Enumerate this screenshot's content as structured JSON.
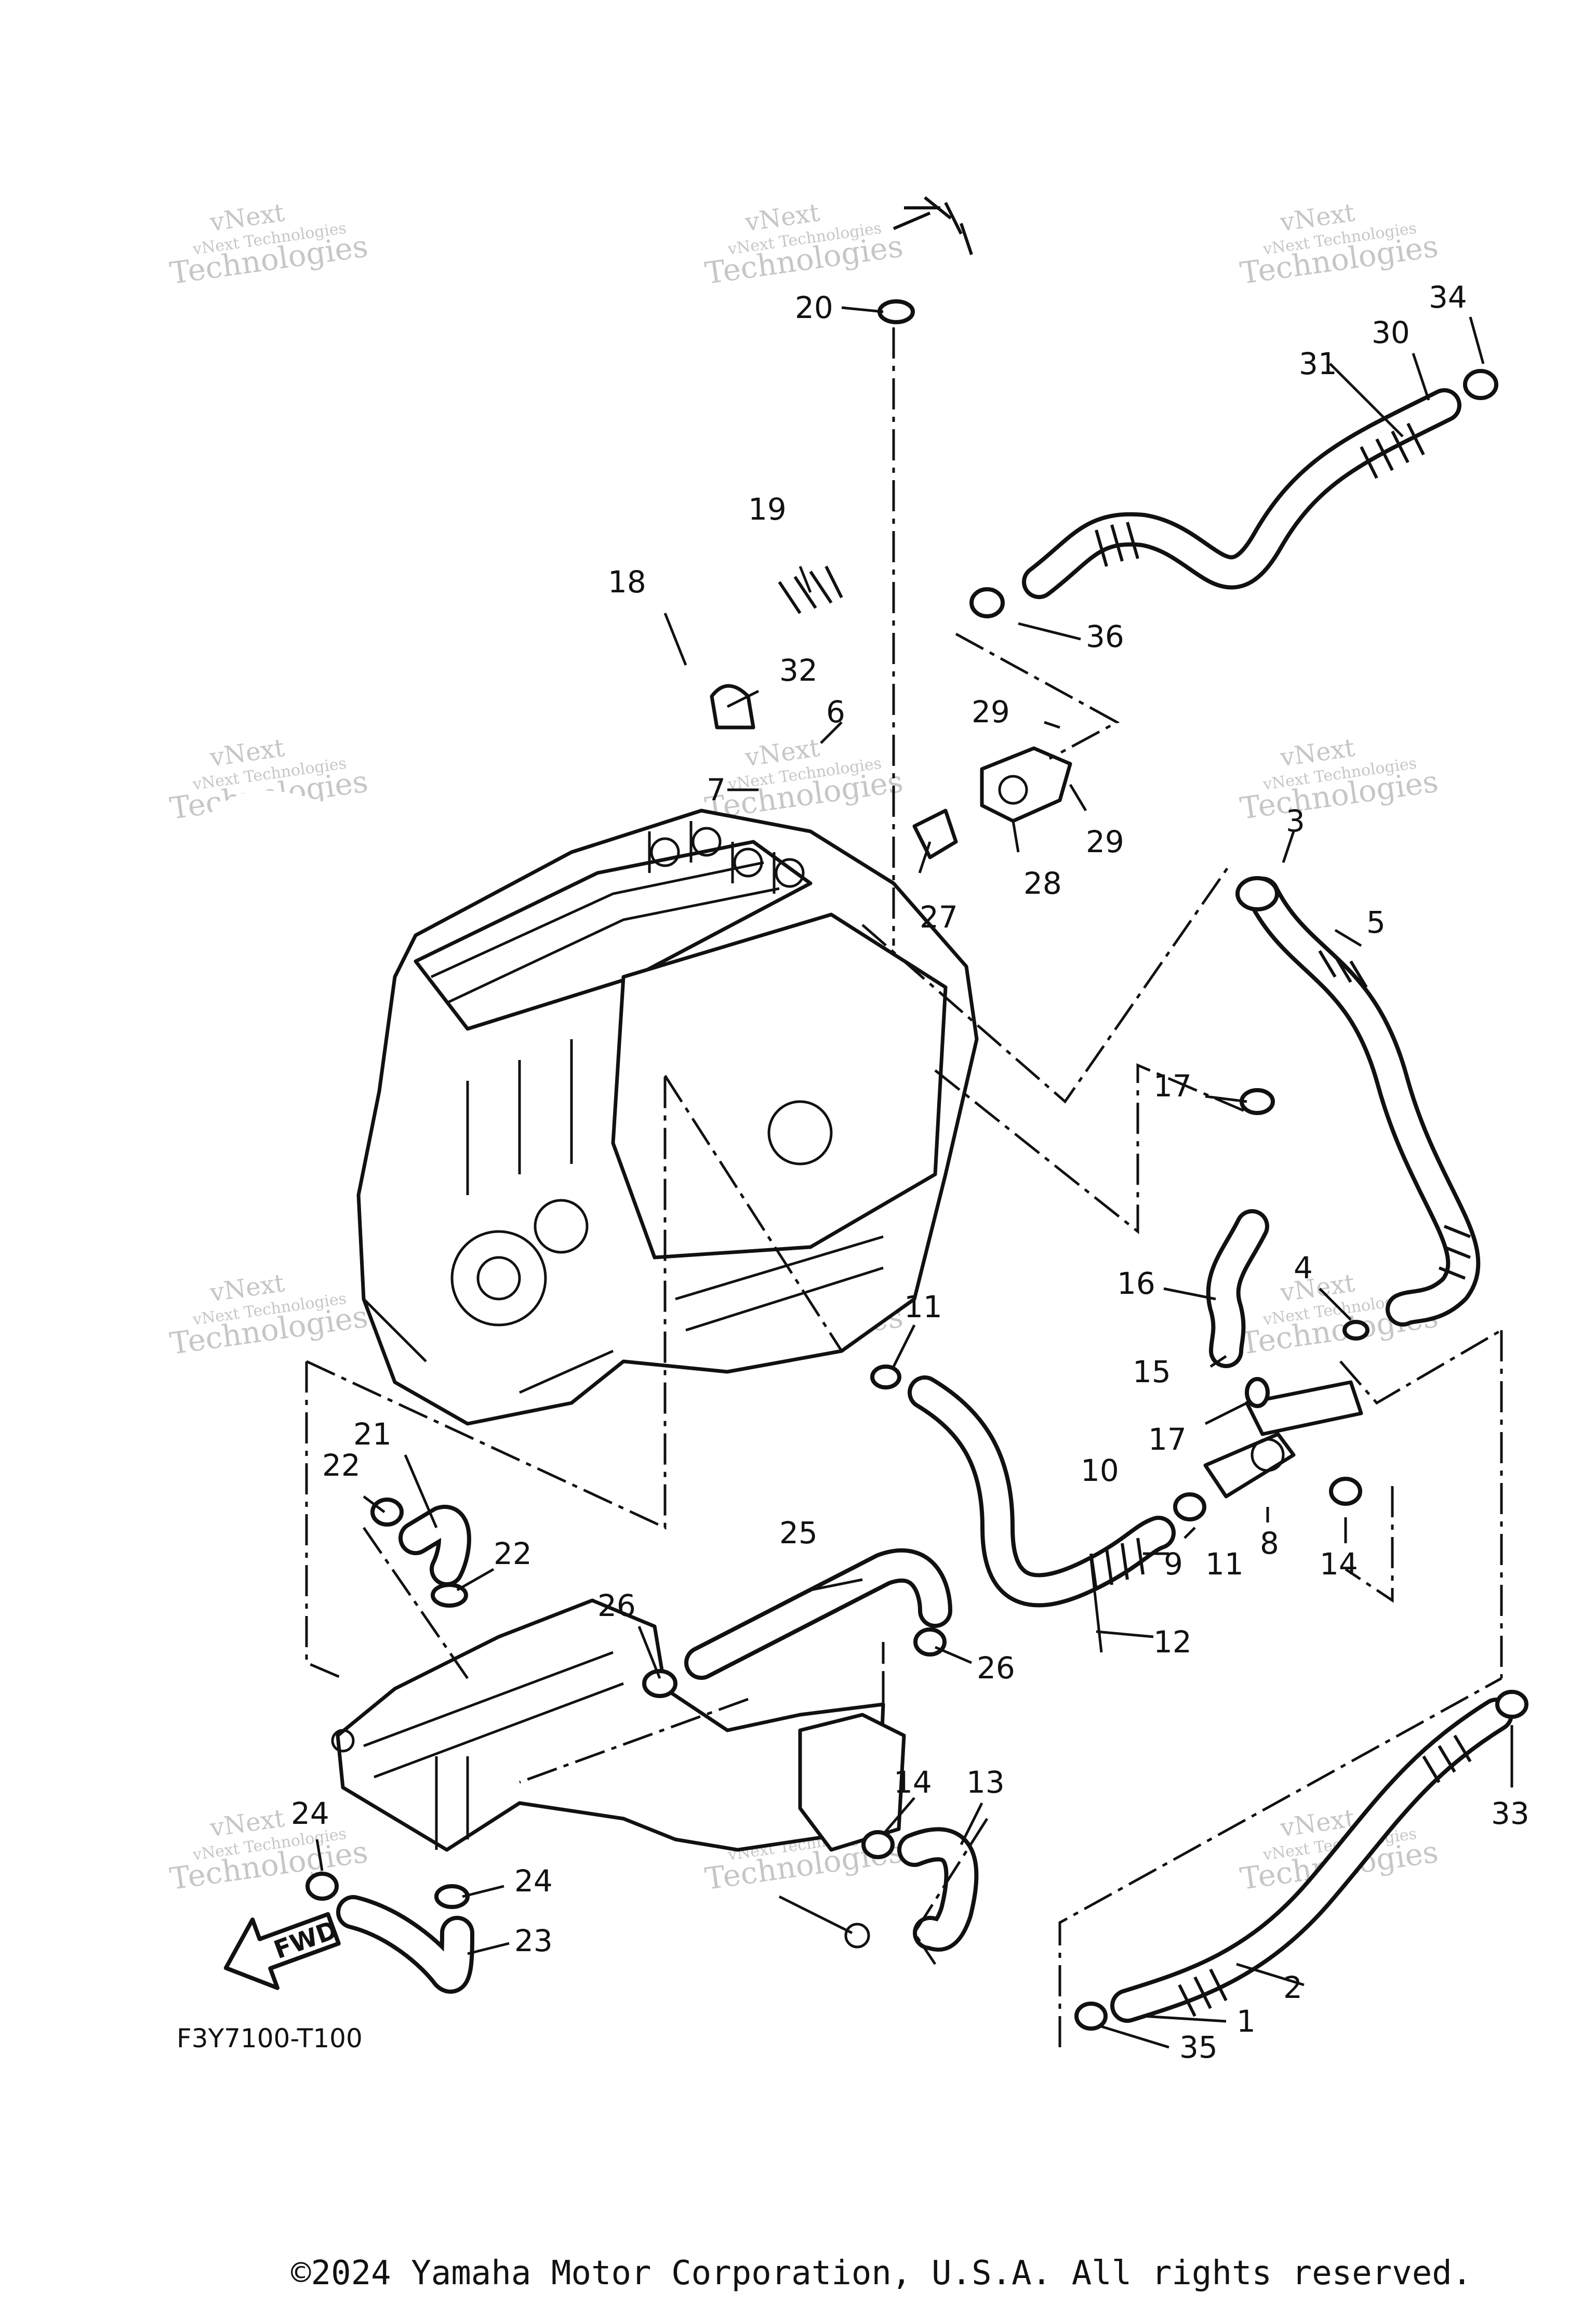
{
  "diagram_code": "F3Y7100-T100",
  "fwd_label": "FWD",
  "copyright": "©2024 Yamaha Motor Corporation, U.S.A. All rights reserved.",
  "watermark": {
    "line1": "vNext",
    "line2": "Technologies",
    "line3": "vNext Technologies"
  },
  "callouts": [
    "1",
    "2",
    "3",
    "4",
    "5",
    "6",
    "7",
    "8",
    "9",
    "10",
    "11",
    "12",
    "13",
    "14",
    "15",
    "16",
    "17",
    "18",
    "19",
    "20",
    "21",
    "22",
    "23",
    "24",
    "25",
    "26",
    "27",
    "28",
    "29",
    "30",
    "31",
    "32",
    "33",
    "34",
    "35",
    "36"
  ],
  "labels": {
    "c1": "1",
    "c2": "2",
    "c3": "3",
    "c4": "4",
    "c5": "5",
    "c6": "6",
    "c7": "7",
    "c8": "8",
    "c9": "9",
    "c10": "10",
    "c11a": "11",
    "c11b": "11",
    "c12": "12",
    "c13": "13",
    "c14a": "14",
    "c14b": "14",
    "c15": "15",
    "c16": "16",
    "c17a": "17",
    "c17b": "17",
    "c18": "18",
    "c19": "19",
    "c20": "20",
    "c21": "21",
    "c22a": "22",
    "c22b": "22",
    "c23": "23",
    "c24a": "24",
    "c24b": "24",
    "c25": "25",
    "c26a": "26",
    "c26b": "26",
    "c27": "27",
    "c28": "28",
    "c29a": "29",
    "c29b": "29",
    "c30": "30",
    "c31": "31",
    "c32": "32",
    "c33": "33",
    "c34": "34",
    "c35": "35",
    "c36": "36"
  }
}
